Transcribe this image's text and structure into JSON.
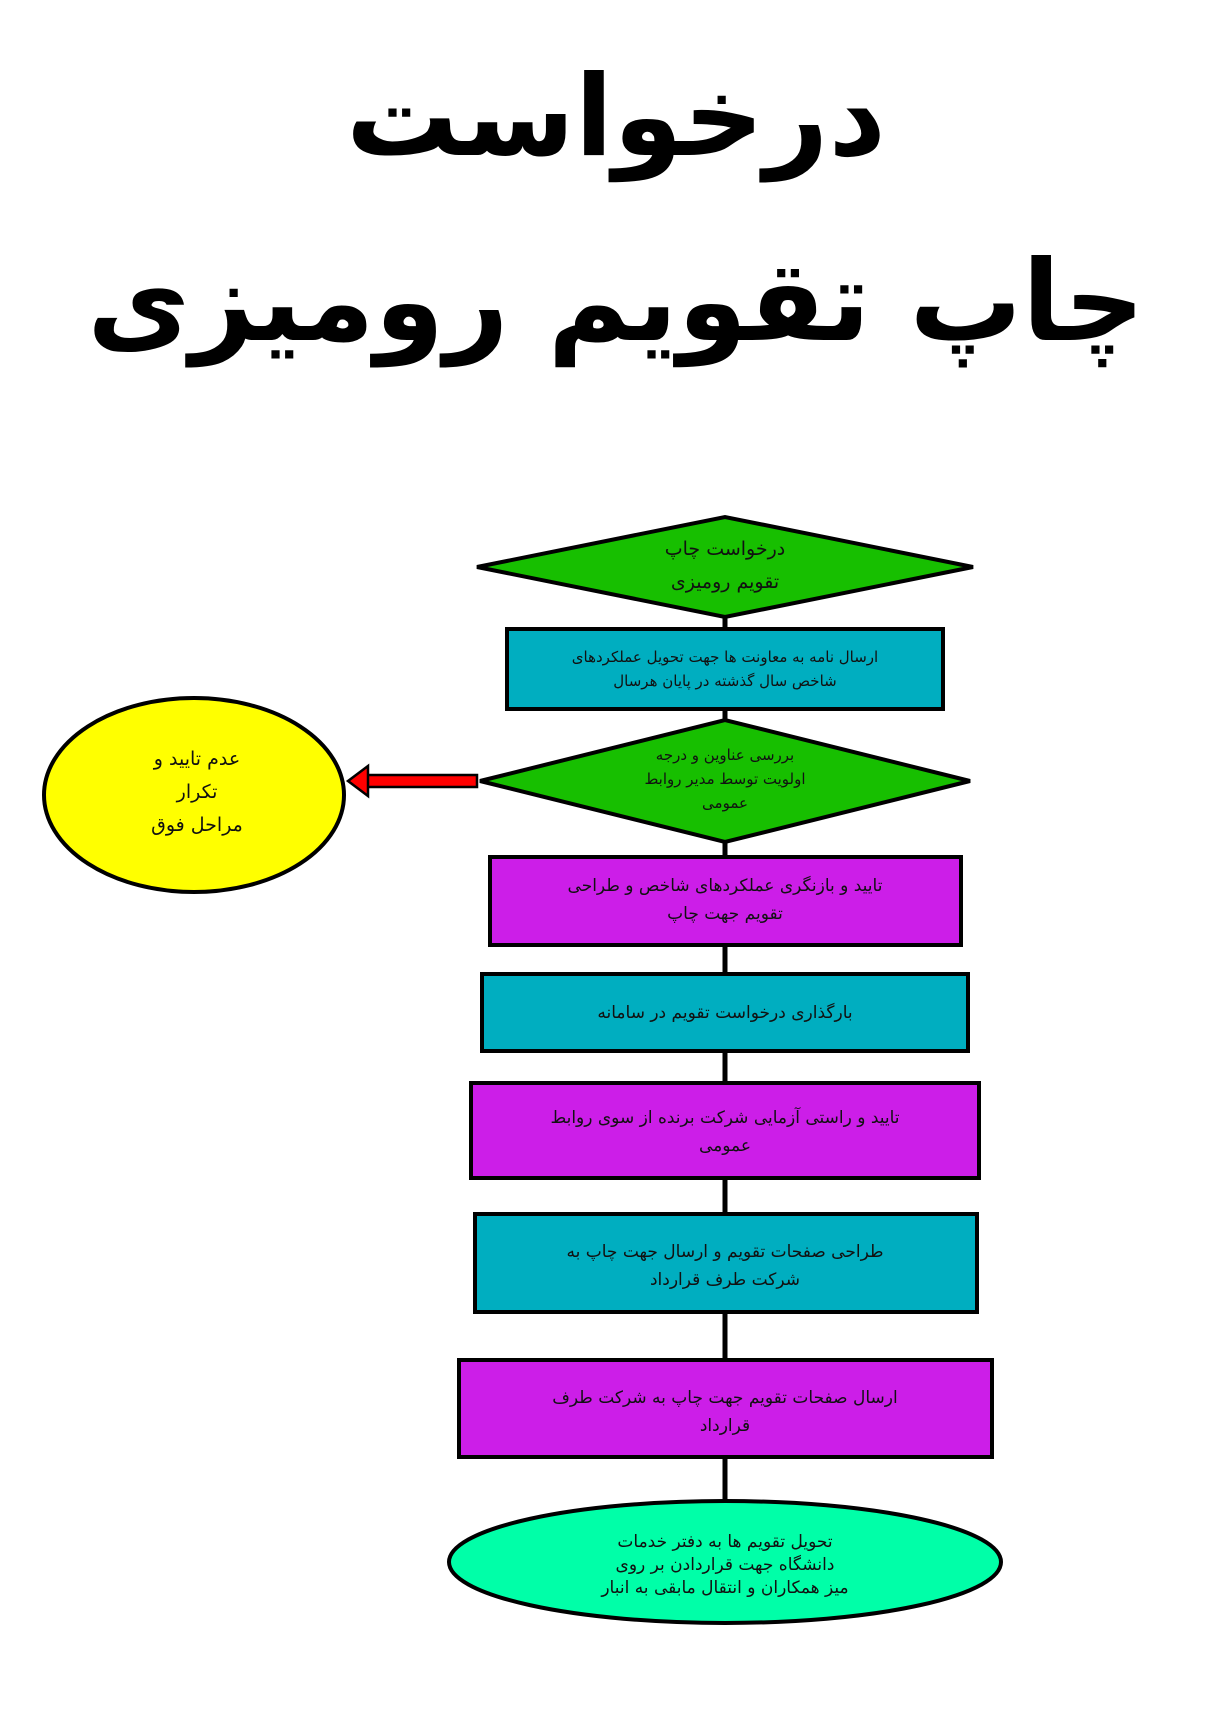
{
  "title": {
    "line1": "درخواست",
    "line2": "چاپ تقویم رومیزی"
  },
  "colors": {
    "green": "#17bf00",
    "teal": "#00aec0",
    "magenta": "#cc1ee8",
    "yellow": "#ffff00",
    "mint": "#00ffa8",
    "arrow": "#ff0000",
    "stroke": "#000000"
  },
  "flow": {
    "start": {
      "lines": [
        "درخواست چاپ",
        "تقویم رومیزی"
      ]
    },
    "step1": {
      "lines": [
        "ارسال نامه به معاونت ها جهت تحویل عملکردهای",
        "شاخص سال گذشته در پایان هرسال"
      ]
    },
    "decision": {
      "lines": [
        "بررسی عناوین و درجه",
        "اولویت توسط مدیر روابط",
        "عمومی"
      ]
    },
    "reject": {
      "lines": [
        "عدم تایید و",
        "تکرار",
        "مراحل فوق"
      ]
    },
    "step2": {
      "lines": [
        "تایید و بازنگری عملکردهای شاخص و طراحی",
        "تقویم جهت چاپ"
      ]
    },
    "step3": {
      "lines": [
        "بارگذاری درخواست تقویم در سامانه"
      ]
    },
    "step4": {
      "lines": [
        "تایید و راستی آزمایی شرکت برنده از سوی روابط",
        "عمومی"
      ]
    },
    "step5": {
      "lines": [
        "طراحی صفحات تقویم و ارسال جهت چاپ به",
        "شرکت طرف قرارداد"
      ]
    },
    "step6": {
      "lines": [
        "ارسال صفحات تقویم جهت چاپ به شرکت طرف",
        "قرارداد"
      ]
    },
    "end": {
      "lines": [
        "تحویل تقویم ها به دفتر خدمات",
        "دانشگاه جهت قراردادن بر روی",
        "میز همکاران و انتقال مابقی به انبار"
      ]
    }
  }
}
